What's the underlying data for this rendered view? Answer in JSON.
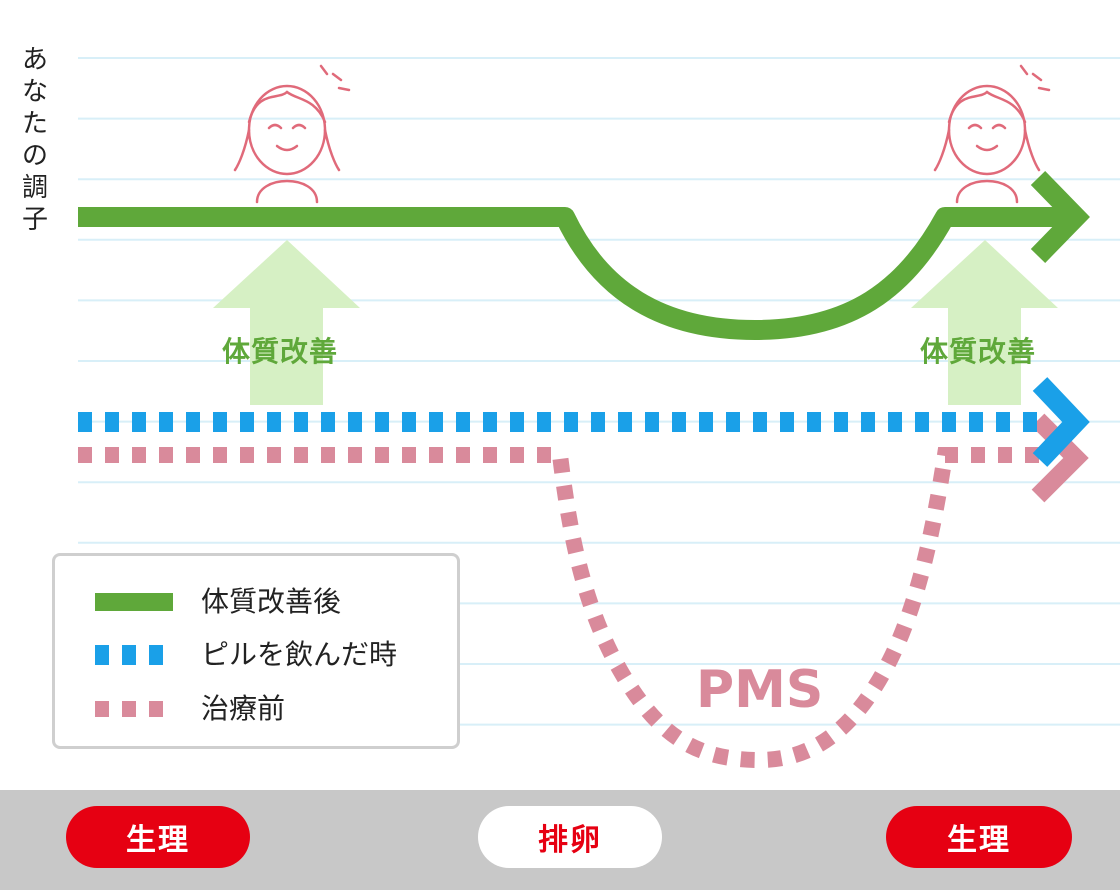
{
  "side_title": [
    "あ",
    "な",
    "た",
    "の",
    "調",
    "子"
  ],
  "improve_label": "体質改善",
  "pms_label": "PMS",
  "legend": [
    {
      "label": "体質改善後",
      "style": "solid",
      "color": "#5fa83a"
    },
    {
      "label": "ピルを飲んだ時",
      "style": "dotted",
      "color": "#1aa0e8"
    },
    {
      "label": "治療前",
      "style": "dotted",
      "color": "#d98a9b"
    }
  ],
  "cycle": {
    "start": "生理",
    "middle": "排卵",
    "end": "生理"
  },
  "colors": {
    "green": "#5fa83a",
    "light_green": "#d6f0c4",
    "blue": "#1aa0e8",
    "pink": "#d98a9b",
    "face": "#e06a7a",
    "red": "#e60012",
    "grid": "#d8eff8"
  },
  "icons": [
    "smiling-woman-icon",
    "up-arrow-icon",
    "right-arrow-icon"
  ]
}
